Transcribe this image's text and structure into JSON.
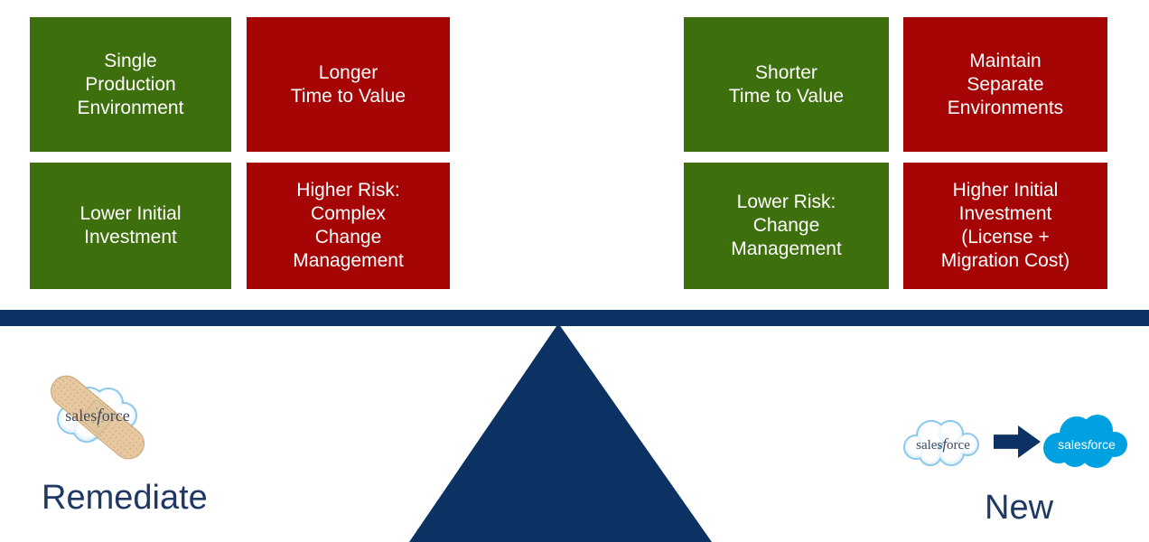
{
  "colors": {
    "pro_green": "#3e6f0d",
    "con_red": "#a50505",
    "beam_navy": "#0c3263",
    "label_navy": "#1f3864",
    "salesforce_blue": "#00a1e0"
  },
  "left_side": {
    "label": "Remediate",
    "boxes": [
      {
        "kind": "pro",
        "label": "Single\nProduction\nEnvironment"
      },
      {
        "kind": "con",
        "label": "Longer\nTime to Value"
      },
      {
        "kind": "pro",
        "label": "Lower Initial\nInvestment"
      },
      {
        "kind": "con",
        "label": "Higher Risk:\nComplex\nChange\nManagement"
      }
    ],
    "logo": {
      "part1": "sales",
      "part2": "f",
      "part3": "orce"
    }
  },
  "right_side": {
    "label": "New",
    "boxes": [
      {
        "kind": "pro",
        "label": "Shorter\nTime to Value"
      },
      {
        "kind": "con",
        "label": "Maintain\nSeparate\nEnvironments"
      },
      {
        "kind": "pro",
        "label": "Lower Risk:\nChange\nManagement"
      },
      {
        "kind": "con",
        "label": "Higher Initial\nInvestment\n(License +\nMigration Cost)"
      }
    ],
    "logo_old": {
      "part1": "sales",
      "part2": "f",
      "part3": "orce"
    },
    "logo_new": {
      "part1": "sales",
      "part2": "f",
      "part3": "orce"
    }
  }
}
